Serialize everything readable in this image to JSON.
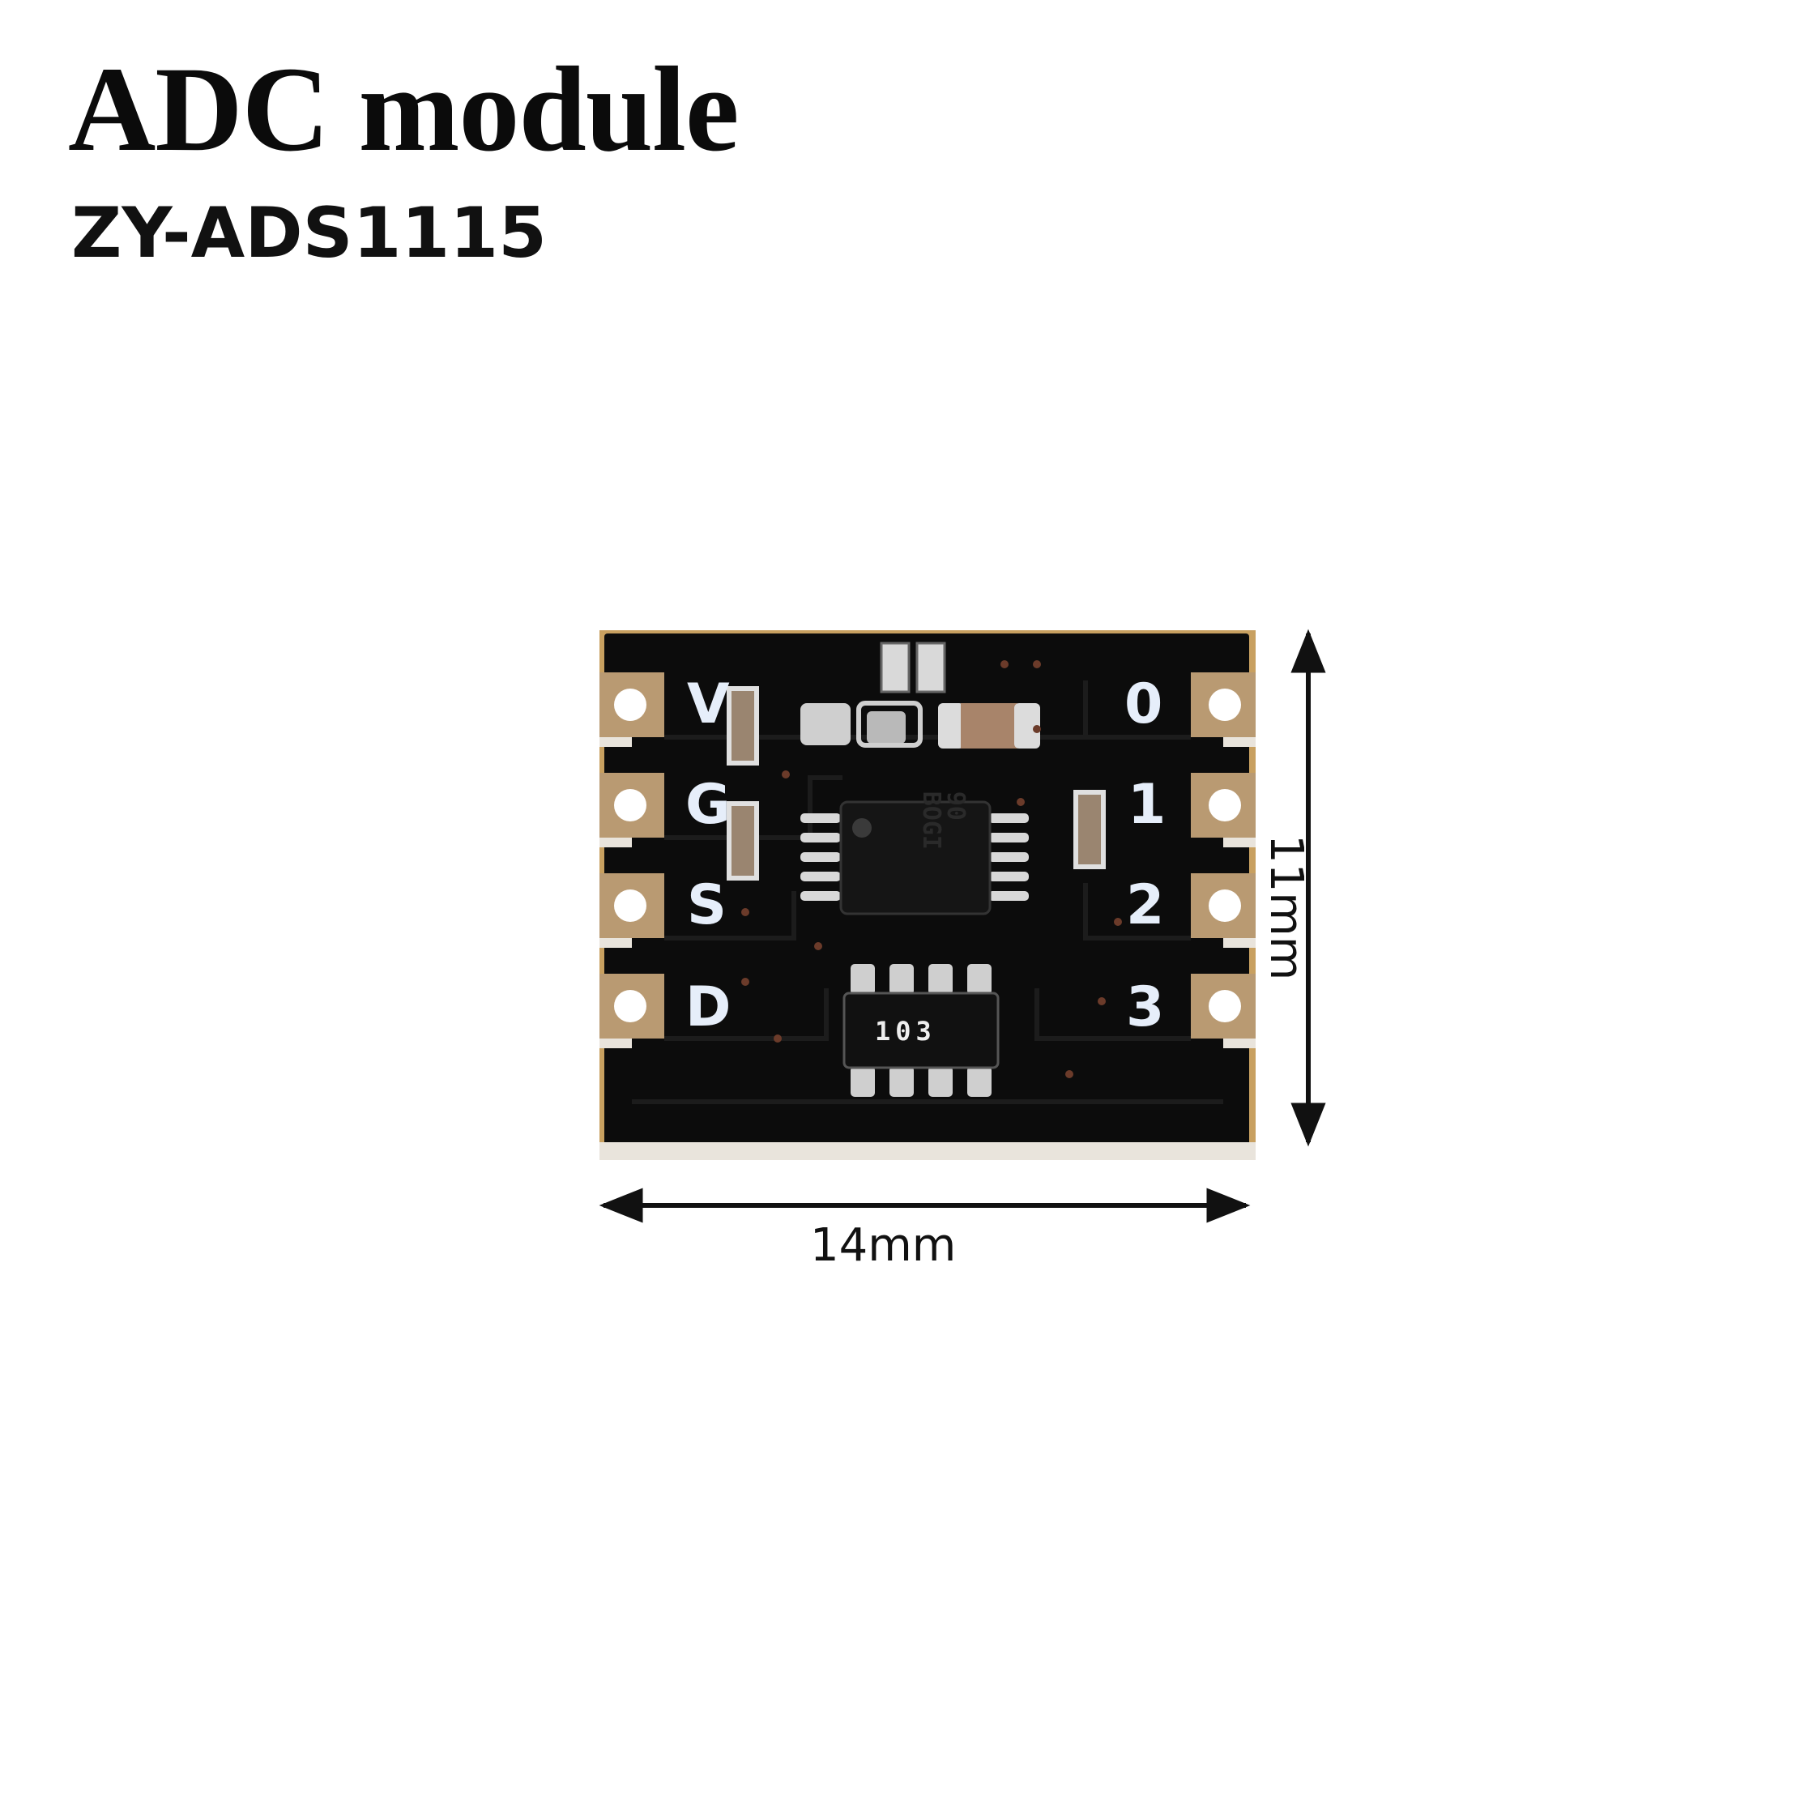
{
  "title": "ADC module",
  "subtitle": "ZY-ADS1115",
  "board": {
    "pins_left": [
      "V",
      "G",
      "S",
      "D"
    ],
    "pins_right": [
      "0",
      "1",
      "2",
      "3"
    ],
    "chip_marking": [
      "90",
      "BOGI"
    ],
    "resistor_marking": "103",
    "colors": {
      "pcb": "#0c0c0c",
      "pad": "#b99a72",
      "edge": "#c8a060",
      "label": "#e6eefa"
    }
  },
  "dimensions": {
    "width": "14mm",
    "height": "11mm"
  }
}
